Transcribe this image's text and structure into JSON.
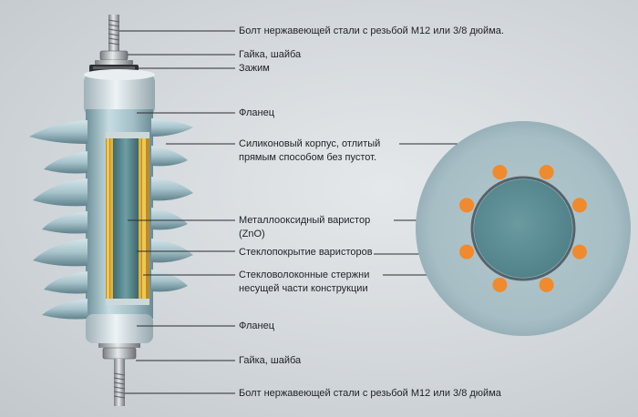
{
  "labels": {
    "bolt_top": "Болт нержавеющей стали с резьбой М12 или  3/8 дюйма.",
    "nut_top": "Гайка, шайба",
    "clamp": "Зажим",
    "flange_top": "Фланец",
    "housing": "Силиконовый корпус,  отлитый\nпрямым способом без пустот.",
    "varistor": "Металлооксидный варистор\n(ZnO)",
    "glass_coating": "Стеклопокрытие варисторов",
    "rods": "Стекловолоконные стержни\nнесущей части конструкции",
    "flange_bottom": "Фланец",
    "nut_bottom": "Гайка, шайба",
    "bolt_bottom": "Болт нержавеющей стали с резьбой М12 или 3/8 дюйма"
  },
  "cross_section": {
    "rod_count": 8
  },
  "colors": {
    "background": "#cfd4d8",
    "silicone": "#a9c4cc",
    "silicone_dark": "#6f939c",
    "core": "#5f8f96",
    "varistor_core": "#4e7f86",
    "rods": "#f08a2c",
    "coating": "#d4a11c",
    "leader": "#2a2e32"
  }
}
